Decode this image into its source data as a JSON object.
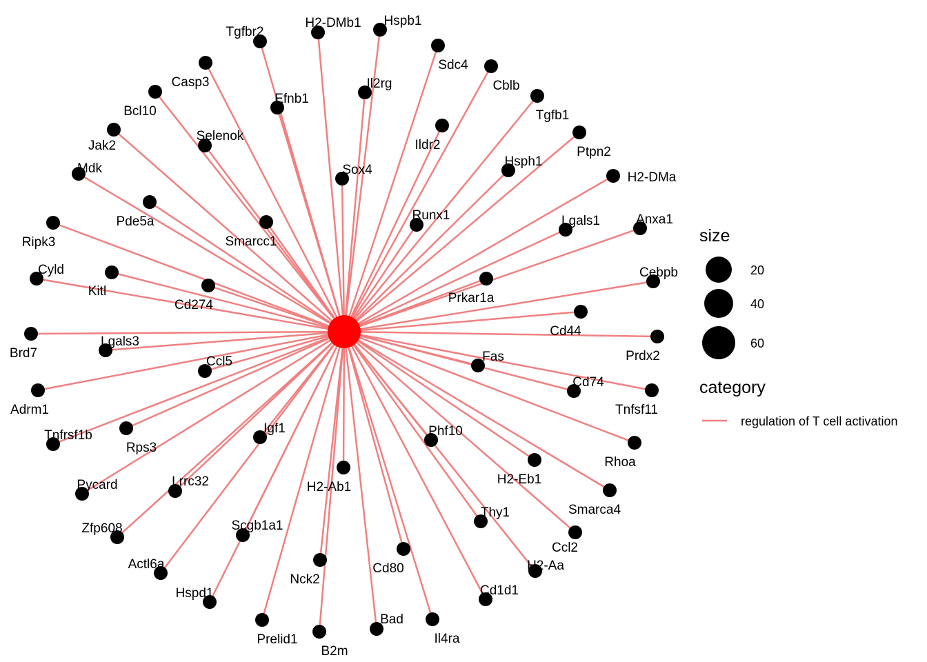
{
  "hub": {
    "label": "",
    "color": "#FF0000"
  },
  "edge_color": "#F08080",
  "node_color": "#000000",
  "genes": [
    "Tgfbr2",
    "H2-DMb1",
    "Hspb1",
    "Sdc4",
    "Cblb",
    "Tgfb1",
    "Ptpn2",
    "H2-DMa",
    "Anxa1",
    "Cebpb",
    "Prdx2",
    "Tnfsf11",
    "Rhoa",
    "Smarca4",
    "Ccl2",
    "H2-Aa",
    "Cd1d1",
    "Il4ra",
    "Bad",
    "B2m",
    "Prelid1",
    "Hspd1",
    "Actl6a",
    "Zfp608",
    "Pycard",
    "Tnfrsf1b",
    "Adrm1",
    "Brd7",
    "Cyld",
    "Ripk3",
    "Mdk",
    "Jak2",
    "Bcl10",
    "Casp3",
    "Efnb1",
    "Il2rg",
    "Ildr2",
    "Hsph1",
    "Lgals1",
    "Cd44",
    "Cd74",
    "Thy1",
    "Cd80",
    "Nck2",
    "Scgb1a1",
    "Lrrc32",
    "Rps3",
    "Lgals3",
    "Kitl",
    "Pde5a",
    "Selenok",
    "Sox4",
    "Runx1",
    "Prkar1a",
    "Fas",
    "Phf10",
    "H2-Eb1",
    "H2-Ab1",
    "Igf1",
    "Ccl5",
    "Cd274",
    "Smarcc1"
  ],
  "legend": {
    "size_title": "size",
    "size_items": [
      {
        "label": "20",
        "value": 20
      },
      {
        "label": "40",
        "value": 40
      },
      {
        "label": "60",
        "value": 60
      }
    ],
    "category_title": "category",
    "category_items": [
      {
        "label": "regulation of T cell activation",
        "color": "#F08080"
      }
    ]
  }
}
